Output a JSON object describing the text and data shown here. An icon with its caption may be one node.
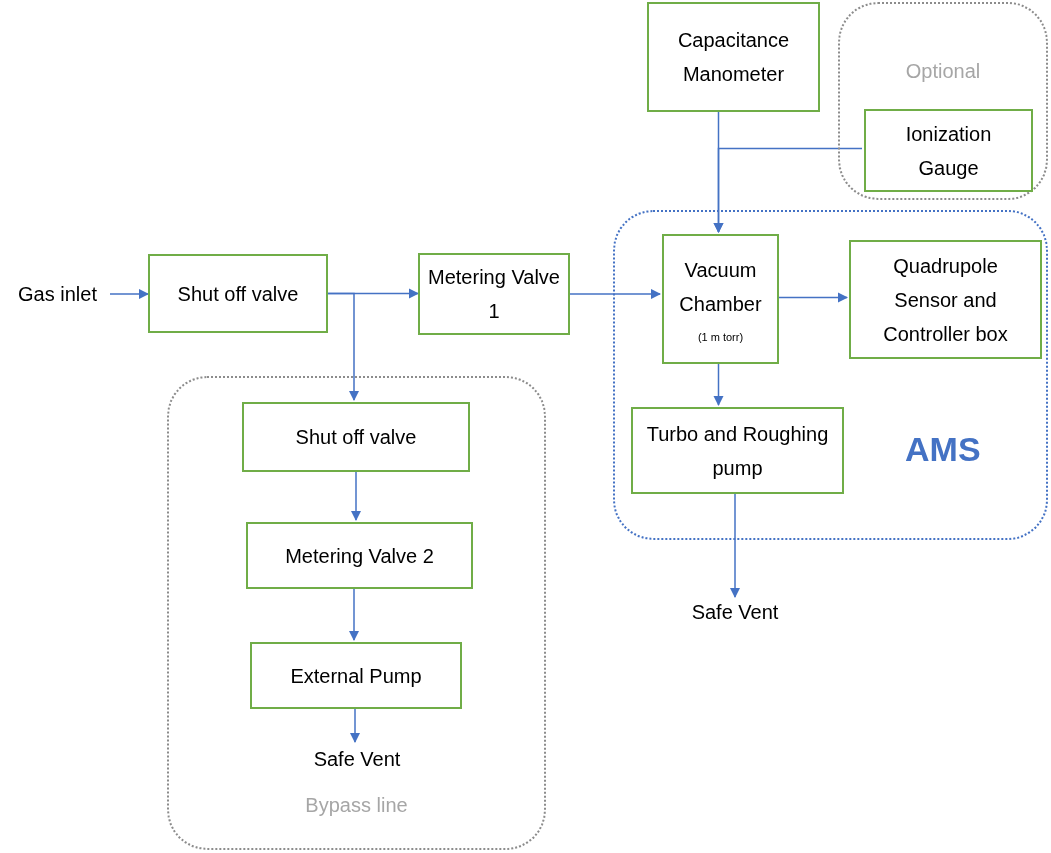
{
  "diagram": {
    "nodes": [
      {
        "text": [
          "Gas inlet"
        ]
      },
      {
        "text": [
          "Shut off valve"
        ]
      },
      {
        "text": [
          "Metering Valve 1"
        ]
      },
      {
        "text": [
          "Bypass line"
        ]
      },
      {
        "text": [
          "Shut off valve"
        ],
        "in": 3
      },
      {
        "text": [
          "Metering Valve 2"
        ],
        "in": 3
      },
      {
        "text": [
          "External Pump"
        ],
        "in": 3
      },
      {
        "text": [
          "Safe Vent"
        ],
        "in": 3
      },
      {
        "text": [
          "Capacitance Manometer"
        ]
      },
      {
        "text": [
          "Optional"
        ]
      },
      {
        "text": [
          "Ionization Gauge"
        ],
        "in": 9
      },
      {
        "text": [
          "AMS"
        ]
      },
      {
        "text": [
          "Vacuum Chamber",
          "(1 m torr)"
        ],
        "in": 11
      },
      {
        "text": [
          "Quadrupole Sensor and Controller box"
        ],
        "in": 11
      },
      {
        "text": [
          "Turbo and Roughing pump"
        ],
        "in": 11
      },
      {
        "text": [
          "Safe Vent"
        ]
      }
    ],
    "edges": [
      {
        "from": 0,
        "to": 1,
        "arrow": "to"
      },
      {
        "from": 1,
        "to": 2,
        "arrow": "to"
      },
      {
        "from": 1,
        "to": 4,
        "arrow": "to"
      },
      {
        "from": 4,
        "to": 5,
        "arrow": "to"
      },
      {
        "from": 5,
        "to": 6,
        "arrow": "to"
      },
      {
        "from": 6,
        "to": 7,
        "arrow": "to"
      },
      {
        "from": 2,
        "to": 12,
        "arrow": "to"
      },
      {
        "from": 8,
        "to": 12,
        "arrow": "to"
      },
      {
        "from": 10,
        "to": 12,
        "arrow": "to"
      },
      {
        "from": 12,
        "to": 13,
        "arrow": "to"
      },
      {
        "from": 12,
        "to": 14,
        "arrow": "to"
      },
      {
        "from": 14,
        "to": 15,
        "arrow": "to"
      }
    ]
  }
}
